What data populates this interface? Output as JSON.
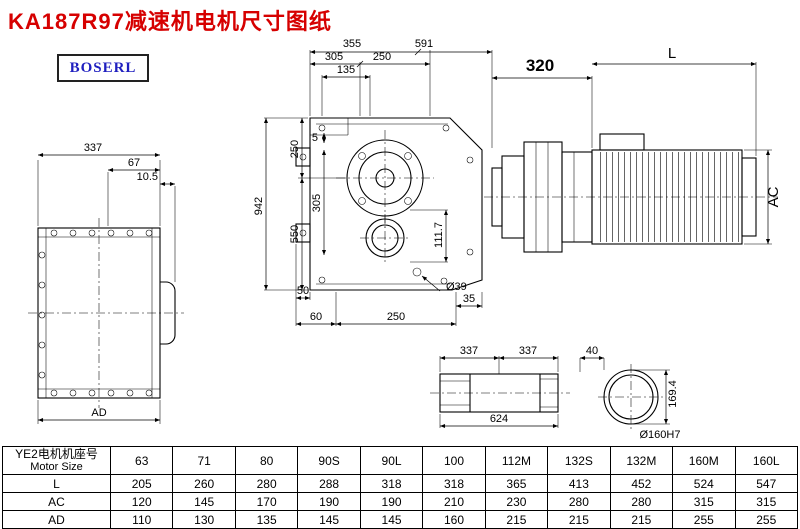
{
  "title": "KA187R97减速机电机尺寸图纸",
  "logo": "BOSERL",
  "dims": {
    "top_355": "355",
    "top_591": "591",
    "top_305": "305",
    "top_250": "250",
    "top_135": "135",
    "left_942": "942",
    "left_250": "250",
    "left_5": "5",
    "left_305": "305",
    "left_550": "550",
    "right_111_7": "111.7",
    "bot_50": "50",
    "bot_60": "60",
    "bot_250": "250",
    "bot_35": "35",
    "bot_d39": "Ø39",
    "lv_337": "337",
    "lv_67": "67",
    "lv_10_5": "10.5",
    "lv_AD": "AD",
    "m_320": "320",
    "m_L": "L",
    "m_AC": "AC",
    "sh_337a": "337",
    "sh_337b": "337",
    "sh_40": "40",
    "sh_624": "624",
    "c_169_4": "169.4",
    "c_d160": "Ø160H7"
  },
  "table": {
    "header_cn": "YE2电机机座号",
    "header_en": "Motor Size",
    "columns": [
      "63",
      "71",
      "80",
      "90S",
      "90L",
      "100",
      "112M",
      "132S",
      "132M",
      "160M",
      "160L"
    ],
    "rows": [
      {
        "label": "L",
        "values": [
          "205",
          "260",
          "280",
          "288",
          "318",
          "318",
          "365",
          "413",
          "452",
          "524",
          "547"
        ]
      },
      {
        "label": "AC",
        "values": [
          "120",
          "145",
          "170",
          "190",
          "190",
          "210",
          "230",
          "280",
          "280",
          "315",
          "315"
        ]
      },
      {
        "label": "AD",
        "values": [
          "110",
          "130",
          "135",
          "145",
          "145",
          "160",
          "215",
          "215",
          "215",
          "255",
          "255"
        ]
      }
    ]
  }
}
